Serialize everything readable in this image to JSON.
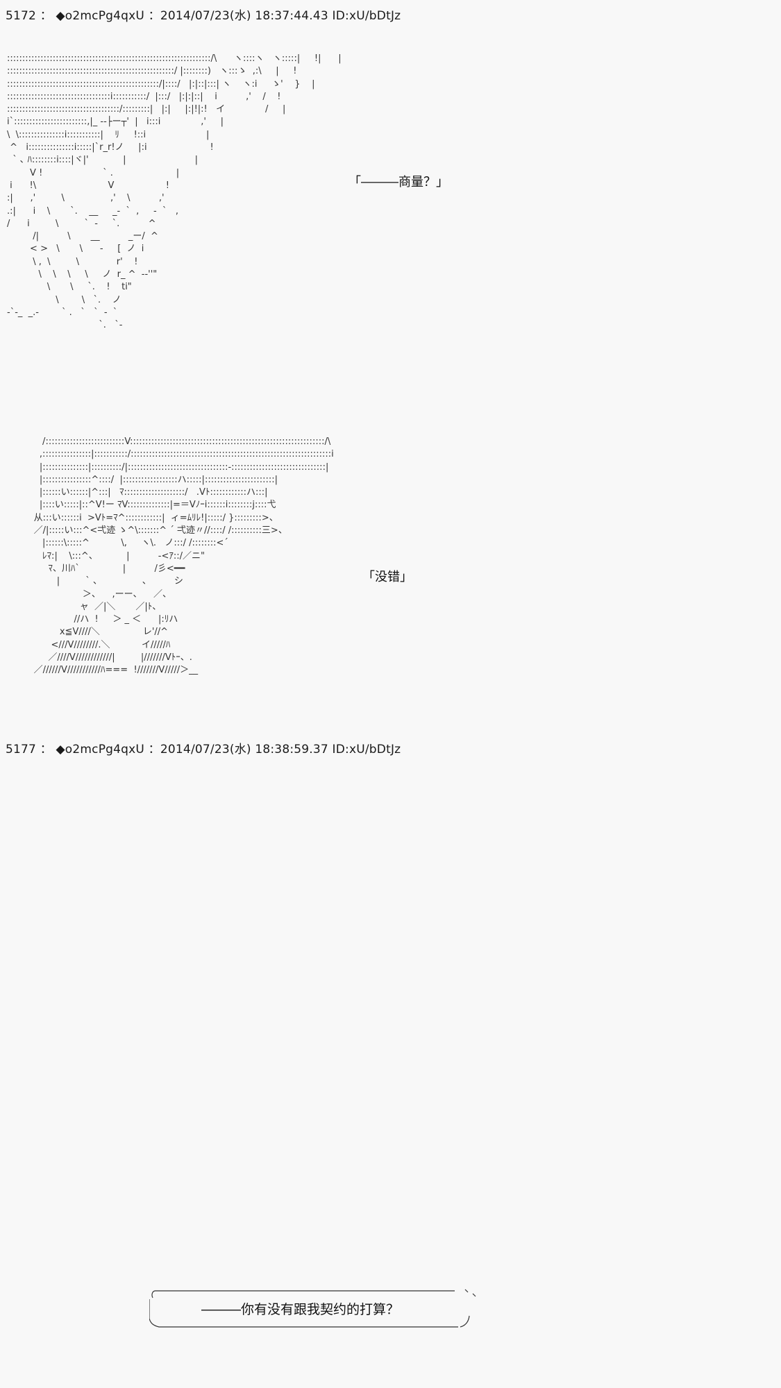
{
  "posts": [
    {
      "number": "5172",
      "separator": "：",
      "trip": "◆o2mcPg4qxU",
      "date": "2014/07/23(水)",
      "time": "18:37:44.43",
      "id": "ID:xU/bDtJz"
    },
    {
      "number": "5177",
      "separator": "：",
      "trip": "◆o2mcPg4qxU",
      "date": "2014/07/23(水)",
      "time": "18:38:59.37",
      "id": "ID:xU/bDtJz"
    }
  ],
  "art": {
    "scene1": ":::::::::::::::::::::::::::::::::::::::::::::::::::::::::::::::::::/\\      ヽ::::ヽ   ヽ:::::|     !|      |\n:::::::::::::::::::::::::::::::::::::::::::::::::::::::/ |::::::::)   ヽ:::ゝ  ,:\\     |     !\n::::::::::::::::::::::::::::::::::::::::::::::::::/|::::/   |:|::|:::| ヽ    ヽ:i     ゝ'    }    |\n::::::::::::::::::::::::::::::::::i:::::::::::/  |:::/   |:|:|::|    i          ,'    /    !\n:::::::::::::::::::::::::::::::::::::/:::::::::|   |:|     |:|!|:!   イ              /     |\ni`::::::::::::::::::::::::,|_ -‐├ー┬'  |   i:::i              ,'     |\n\\  \\:::::::::::::::i:::::::::::|    ﾘ     !::i                     |\n ^   i:::::::::::::::i:::::|`r_r!ノ     |:i                      !\n  ` ､ ﾊ::::::::i::::|ヾ|'            |                        |\n        V !                     ` .                      |\n i      !\\                         V                  !\n:|      ,'         \\                ,'    \\          ,'\n.:|      i    \\       `.    __     _-  `  ,     -  `   ,\n/      i         \\         `  -     `.          ^\n         /|          \\       __          _ー/  ^\n        < >   \\       \\      -     [  ノ  i\n         \\ ,  \\         \\             r'    !\n           \\    \\    \\     \\     ノ  r_ ^  --''\"\n              \\       \\     `.    !    ti\"\n                 \\        \\   `.    ノ\n-`-_  _.-        ` .   `   `  -  `\n                                `.   `-",
    "scene2": "        /::::::::::::::::::::::::::V::::::::::::::::::::::::::::::::::::::::::::::::::::::::::::::::/\\\n       ,::::::::::::::::|:::::::::::/::::::::::::::::::::::::::::::::::::::::::::::::::::::::::::::::::i\n       |:::::::::::::::|::::::::::/|:::::::::::::::::::::::::::::::::-:::::::::::::::::::::::::::::::|\n       |::::::::::::::::^::::/  |::::::::::::::::::ハ:::::|:::::::::::::::::::::::|\n       |::::::い::::::|^:::|   ﾏ::::::::::::::::::::/   .Vﾄ::::::::::::ハ:::|\n       |::::い:::::|::^V!ー ﾏV::::::::::::::|=＝Vﾉｰi::::::i::::::::j::::弋\n     从:::い::::::i  >Vﾄ=ﾏ^::::::::::::|  ィ=ﾑﾘﾚ!|:::::/ }:::::::::>、\n     ／/|:::::い:::^<弌迹 ゝ^\\:::::::^ ´ 弌迹〃//::::/ /::::::::::三>、\n        |::::::\\:::::^           \\,     ヽ\\.   ノ:::/ /::::::::<´\n        ﾚﾏ:|    \\:::^、          |          ‐<ｱ::/／ニ\"\n          ﾏ、川ﾊ`               |          /彡<━━\n             |         ` 、              、        シ\n                      ＞、    ,ーー、    ／、\n                     ャ  ／|＼       ／|ﾄ、\n                   //ハ  !     ＞ _ ＜      |:ﾘハ\n              x≦V////＼               レ'//^\n           <///V////////.＼           イ/////ﾊ\n          ／////V////////////|         |///////Vﾄｰ、.\n     ／//////V///////////ﾊ===  !///////V/////＞__"
  },
  "dialogue": {
    "line1": "「―――商量？」",
    "line2": "「没错」",
    "bubble": "―――你有没有跟我契约的打算？"
  }
}
